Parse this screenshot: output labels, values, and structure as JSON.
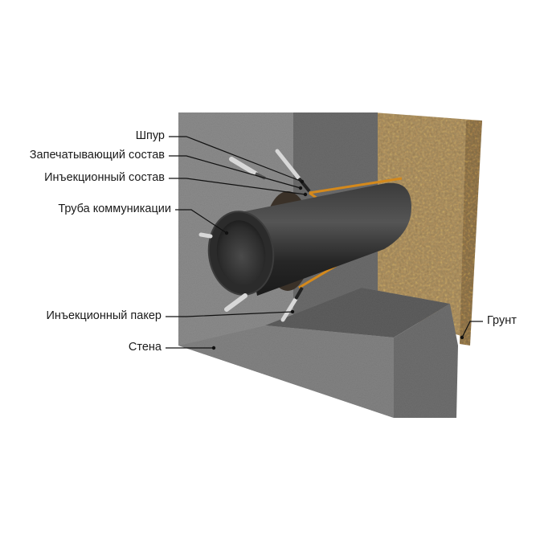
{
  "labels": {
    "shpur": "Шпур",
    "sealing": "Запечатывающий состав",
    "injection": "Инъекционный состав",
    "pipe": "Труба коммуникации",
    "packer": "Инъекционный пакер",
    "wall": "Стена",
    "soil": "Грунт"
  },
  "colors": {
    "concrete_front": "#8a8a8a",
    "concrete_side": "#6f6f6f",
    "concrete_top": "#7a7a7a",
    "soil": "#a58e62",
    "pipe": "#2a2a2a",
    "injection": "#d4891c",
    "leader": "#111111"
  }
}
